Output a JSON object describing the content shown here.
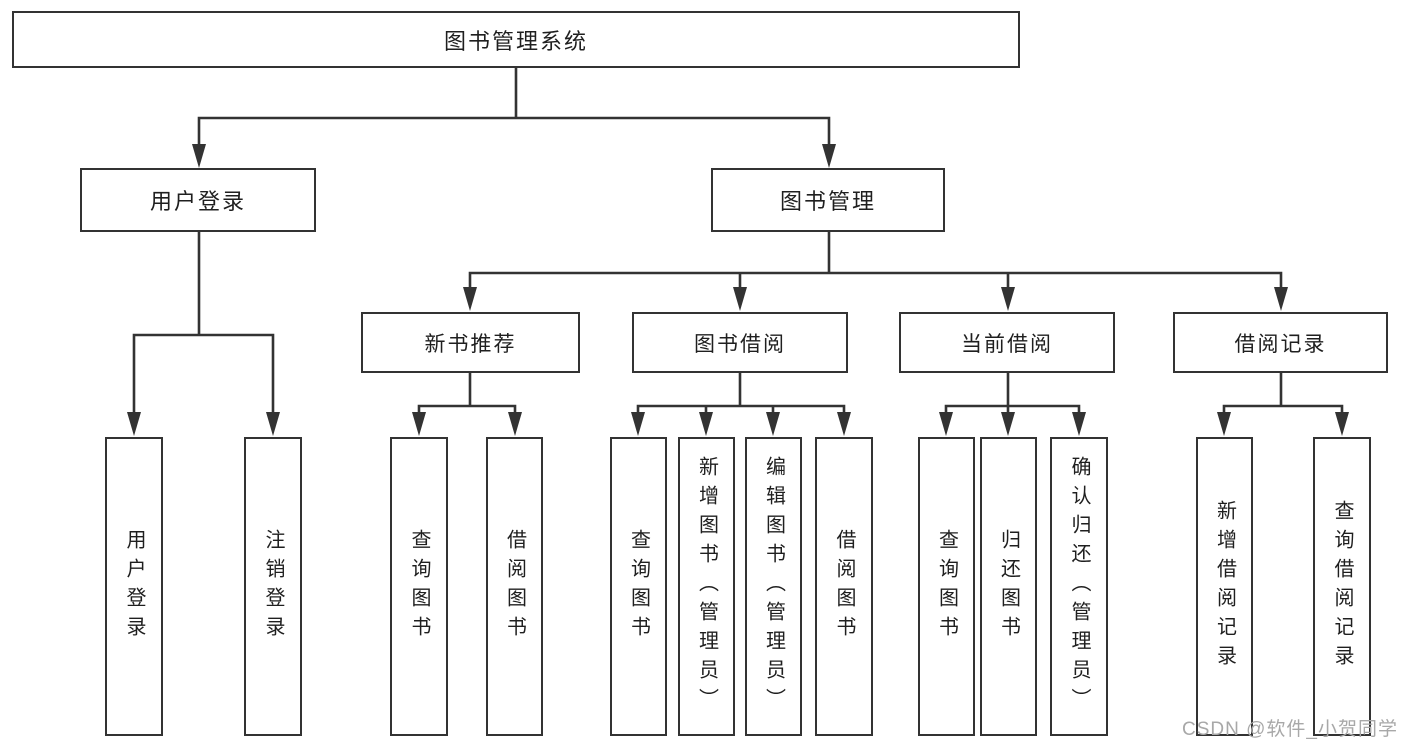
{
  "nodes": {
    "root": "图书管理系统",
    "level2": {
      "user": "用户登录",
      "book": "图书管理"
    },
    "level3": {
      "new_books": "新书推荐",
      "borrow": "图书借阅",
      "current": "当前借阅",
      "records": "借阅记录"
    },
    "leaves": {
      "user": [
        "用户登录",
        "注销登录"
      ],
      "new_books": [
        "查询图书",
        "借阅图书"
      ],
      "borrow": [
        "查询图书",
        "新增图书（管理员）",
        "编辑图书（管理员）",
        "借阅图书"
      ],
      "current": [
        "查询图书",
        "归还图书",
        "确认归还（管理员）"
      ],
      "records": [
        "新增借阅记录",
        "查询借阅记录"
      ]
    }
  },
  "watermark": "CSDN @软件_小贺同学",
  "colors": {
    "line": "#333333",
    "text": "#1f1f1f",
    "watermark": "#a8a8a8",
    "background": "#ffffff"
  }
}
